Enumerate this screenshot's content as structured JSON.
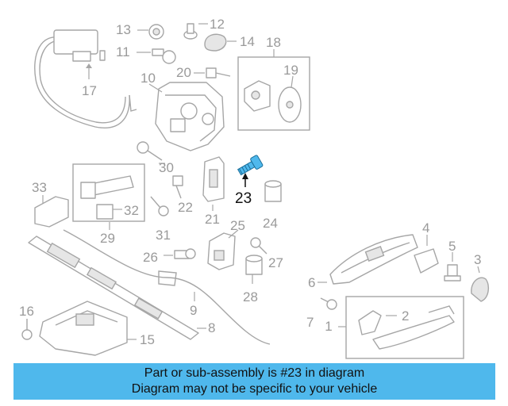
{
  "diagram": {
    "highlight_color": "#4fb8ec",
    "highlighted_part": "23",
    "callouts": [
      "1",
      "2",
      "3",
      "4",
      "5",
      "6",
      "7",
      "8",
      "9",
      "10",
      "11",
      "12",
      "13",
      "14",
      "15",
      "16",
      "17",
      "18",
      "19",
      "20",
      "21",
      "22",
      "23",
      "24",
      "25",
      "26",
      "27",
      "28",
      "29",
      "30",
      "31",
      "32",
      "33"
    ]
  },
  "banner": {
    "line1": "Part or sub-assembly is #23 in diagram",
    "line2": "Diagram may not be specific to your vehicle",
    "background": "#4fb8ec"
  }
}
